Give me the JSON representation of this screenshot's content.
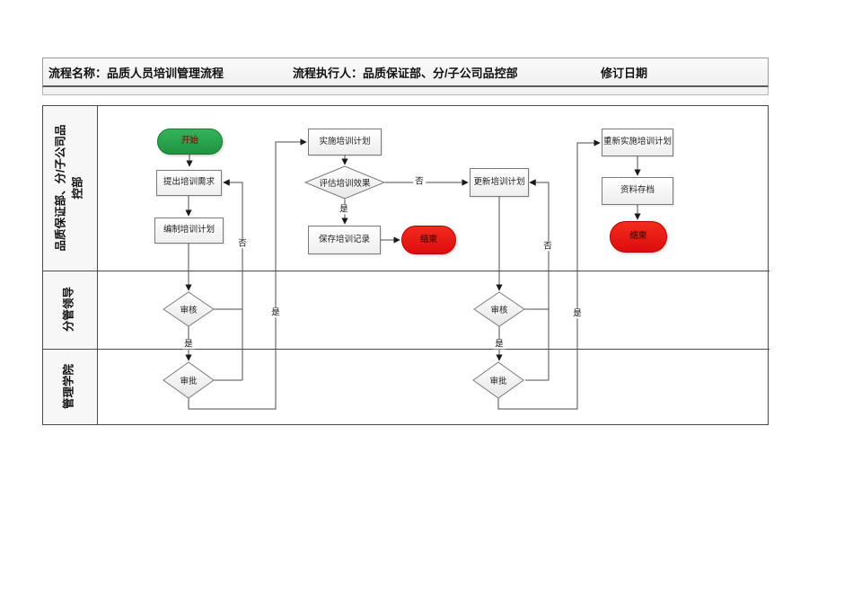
{
  "header": {
    "process_name": "流程名称：品质人员培训管理流程",
    "executor": "流程执行人：品质保证部、分/子公司品控部",
    "revision_date": "修订日期"
  },
  "lanes": [
    {
      "label": "品质保证部、分/子公司品\n控部"
    },
    {
      "label": "分管领导"
    },
    {
      "label": "管理学院"
    }
  ],
  "nodes": {
    "start": "开始",
    "propose": "提出培训需求",
    "prepare": "编制培训计划",
    "review1": "审核",
    "approve1": "审批",
    "implement": "实施培训计划",
    "evaluate": "评估培训效果",
    "save": "保存培训记录",
    "end1": "结束",
    "update": "更新培训计划",
    "review2": "审核",
    "approve2": "审批",
    "reimplement": "重新实施培训计划",
    "archive": "资料存档",
    "end2": "结束"
  },
  "edge_labels": {
    "yes": "是",
    "no": "否"
  },
  "colors": {
    "start_fill": "#27a348",
    "end_fill": "#e81414",
    "line": "#4d4d4d",
    "border": "#4a4a4a"
  }
}
